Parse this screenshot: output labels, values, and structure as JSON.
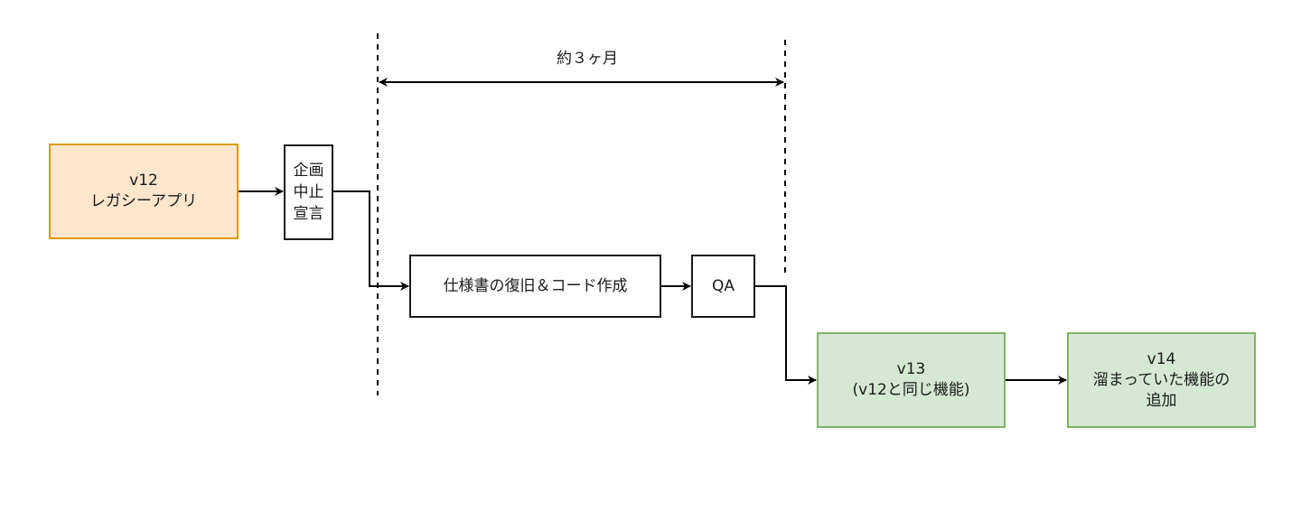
{
  "diagram": {
    "nodes": {
      "legacy": {
        "title": "v12",
        "subtitle": "レガシーアプリ",
        "text": "v12\nレガシーアプリ",
        "fill": "#ffe6cc",
        "stroke": "#d79b00"
      },
      "cancel": {
        "text": "企画\n中止\n宣言",
        "fill": "#ffffff",
        "stroke": "#1a1a1a"
      },
      "spec": {
        "text": "仕様書の復旧＆コード作成",
        "fill": "#ffffff",
        "stroke": "#1a1a1a"
      },
      "qa": {
        "text": "QA",
        "fill": "#ffffff",
        "stroke": "#1a1a1a"
      },
      "v13": {
        "text": "v13\n(v12と同じ機能)",
        "fill": "#d5e8d4",
        "stroke": "#82b366"
      },
      "v14": {
        "text": "v14\n溜まっていた機能の\n追加",
        "fill": "#d5e8d4",
        "stroke": "#82b366"
      }
    },
    "duration": {
      "label": "約３ヶ月"
    },
    "edges": [
      {
        "from": "legacy",
        "to": "cancel"
      },
      {
        "from": "cancel",
        "to": "spec"
      },
      {
        "from": "spec",
        "to": "qa"
      },
      {
        "from": "qa",
        "to": "v13"
      },
      {
        "from": "v13",
        "to": "v14"
      }
    ]
  }
}
